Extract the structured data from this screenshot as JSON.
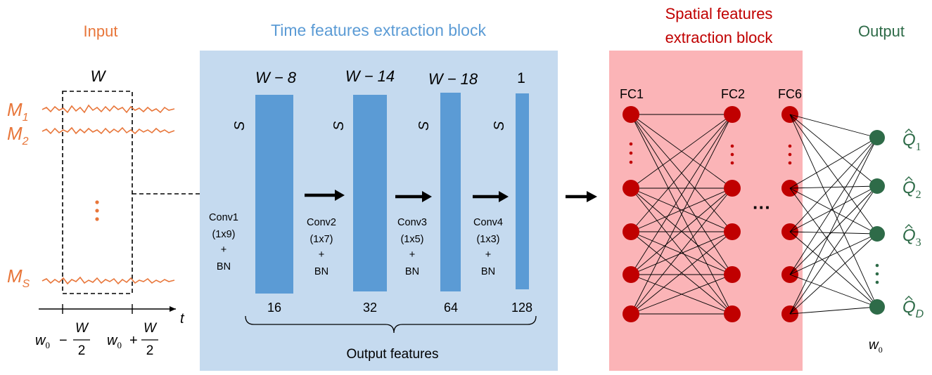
{
  "colors": {
    "input": "#e8763a",
    "time_block_bg": "#c5daef",
    "time_block_title": "#5b9bd5",
    "conv_bar": "#5b9bd5",
    "spatial_block_bg": "#fbb4b7",
    "spatial_title": "#c00000",
    "neuron": "#c00000",
    "output": "#2e6b48",
    "output_neuron": "#2e6b48"
  },
  "input": {
    "title": "Input",
    "window_label": "W",
    "signals": [
      {
        "main": "M",
        "sub": "1"
      },
      {
        "main": "M",
        "sub": "2"
      },
      {
        "main": "M",
        "sub": "S"
      }
    ],
    "time_axis_label": "t",
    "left_tick": {
      "prefix": "w",
      "prefix_sub": "0",
      "op": "−",
      "num": "W",
      "den": "2"
    },
    "right_tick": {
      "prefix": "w",
      "prefix_sub": "0",
      "op": "+",
      "num": "W",
      "den": "2"
    }
  },
  "time_block": {
    "title": "Time features extraction block",
    "channel_label": "S",
    "layers": [
      {
        "name": "Conv1",
        "kernel": "(1x9)",
        "plus": "+",
        "norm": "BN",
        "width_expr": "W − 8",
        "channels": "16"
      },
      {
        "name": "Conv2",
        "kernel": "(1x7)",
        "plus": "+",
        "norm": "BN",
        "width_expr": "W − 14",
        "channels": "32"
      },
      {
        "name": "Conv3",
        "kernel": "(1x5)",
        "plus": "+",
        "norm": "BN",
        "width_expr": "W − 18",
        "channels": "64"
      },
      {
        "name": "Conv4",
        "kernel": "(1x3)",
        "plus": "+",
        "norm": "BN",
        "width_expr": "1",
        "channels": "128"
      }
    ],
    "brace_label": "Output features"
  },
  "spatial_block": {
    "title_line1": "Spatial features",
    "title_line2": "extraction block",
    "layers": [
      "FC1",
      "FC2",
      "FC6"
    ],
    "ellipsis": "···"
  },
  "output": {
    "title": "Output",
    "nodes": [
      {
        "main": "Q",
        "sub": "1"
      },
      {
        "main": "Q",
        "sub": "2"
      },
      {
        "main": "Q",
        "sub": "3"
      },
      {
        "main": "Q",
        "sub": "D"
      }
    ],
    "time_label": {
      "main": "w",
      "sub": "0"
    }
  }
}
